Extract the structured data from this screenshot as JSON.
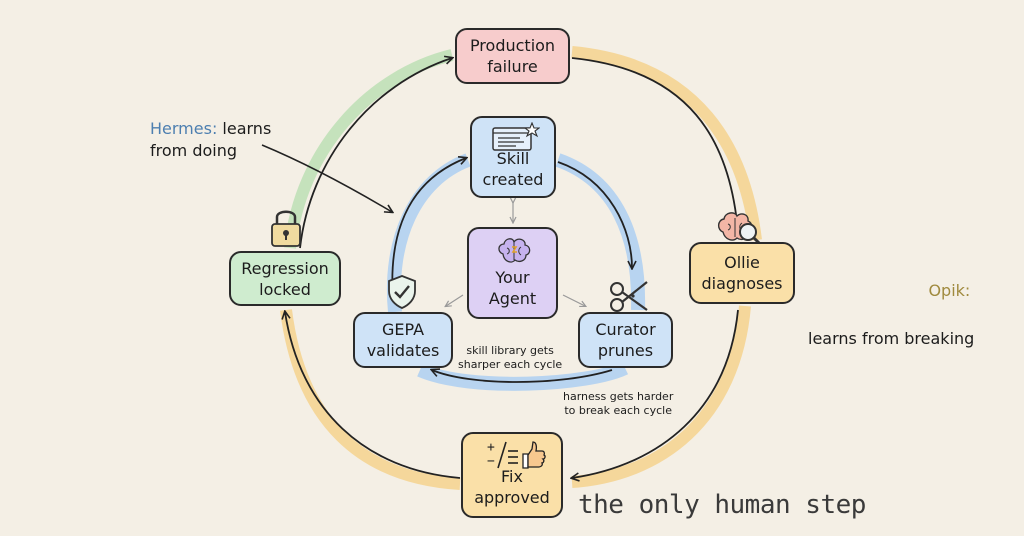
{
  "outer_cycle": {
    "production_failure": "Production\nfailure",
    "ollie_diagnoses": "Ollie\ndiagnoses",
    "fix_approved": "Fix\napproved",
    "regression_locked": "Regression\nlocked"
  },
  "inner_cycle": {
    "skill_created": "Skill\ncreated",
    "your_agent": "Your\nAgent",
    "curator_prunes": "Curator\nprunes",
    "gepa_validates": "GEPA\nvalidates"
  },
  "annotations": {
    "hermes_name": "Hermes:",
    "hermes_rest": " learns\nfrom doing",
    "opik_name": "Opik:",
    "opik_rest": "learns from breaking",
    "skill_library": "skill library gets\nsharper each cycle",
    "harness": "harness gets harder\nto break each cycle",
    "human_step": "the only human step"
  },
  "icons": {
    "production_failure": "none",
    "ollie": "brain-magnifier-icon",
    "fix": "plus-minus-thumbs-up-icon",
    "regression": "padlock-icon",
    "skill": "document-star-icon",
    "agent": "brain-icon",
    "curator": "scissors-icon",
    "gepa": "shield-check-icon"
  },
  "colors": {
    "background": "#f4efe5",
    "outer_ring_warm": "#f6cf82",
    "outer_ring_green": "#b9dfb1",
    "inner_ring": "#a9cdf2",
    "production": "#f7cccc",
    "amber": "#fae0a8",
    "green": "#cfeccf",
    "blue": "#cfe3f7",
    "purple": "#ddd0f4",
    "hermes_accent": "#4d7fb0",
    "opik_accent": "#a08a3e"
  }
}
